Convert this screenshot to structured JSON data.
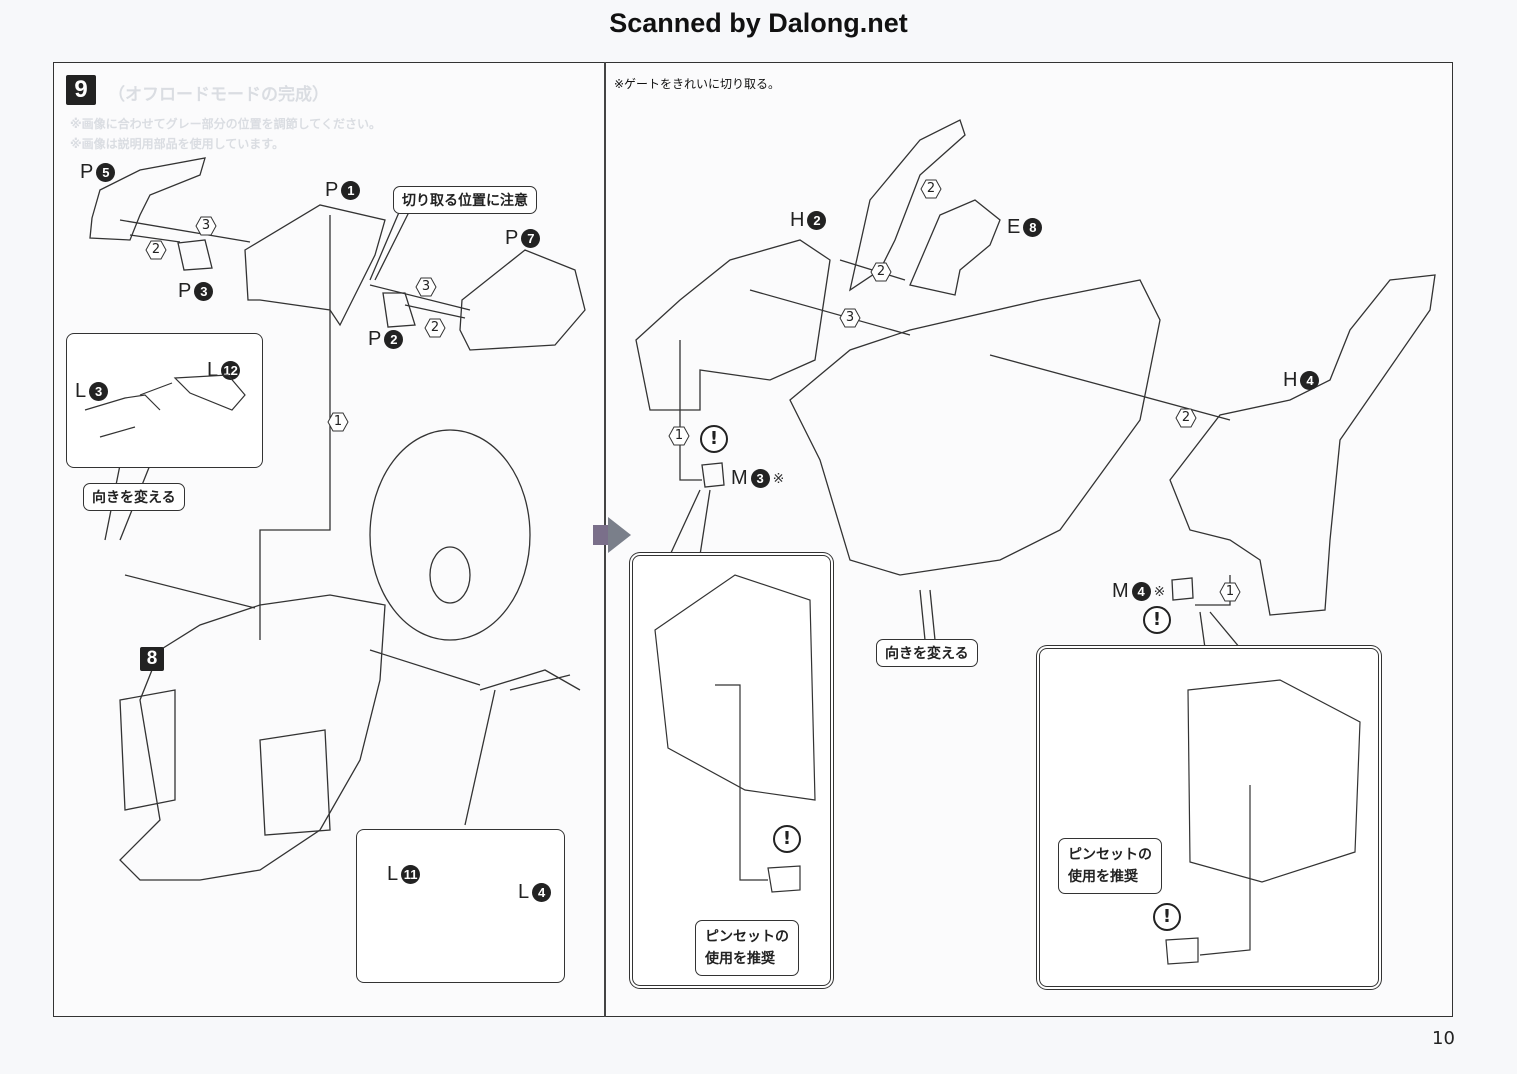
{
  "header": {
    "watermark": "Scanned by Dalong.net"
  },
  "page": {
    "number": "10"
  },
  "step9": {
    "badge": "9",
    "ghost_title": "（オフロードモードの完成）",
    "ghost_note_1": "※画像に合わせてグレー部分の位置を調節してください。",
    "ghost_note_2": "※画像は説明用部品を使用しています。",
    "parts": {
      "p5": {
        "letter": "P",
        "num": "5"
      },
      "p1": {
        "letter": "P",
        "num": "1"
      },
      "p3": {
        "letter": "P",
        "num": "3"
      },
      "p7": {
        "letter": "P",
        "num": "7"
      },
      "p2": {
        "letter": "P",
        "num": "2"
      },
      "l3": {
        "letter": "L",
        "num": "3"
      },
      "l12": {
        "letter": "L",
        "num": "12"
      },
      "l11": {
        "letter": "L",
        "num": "11"
      },
      "l4": {
        "letter": "L",
        "num": "4"
      }
    },
    "callouts": {
      "cut_position": "切り取る位置に注意",
      "change_direction": "向きを変える"
    },
    "sequence": [
      "1",
      "2",
      "3",
      "2",
      "3"
    ],
    "sub_step_badge": "8"
  },
  "right_panel": {
    "gate_note": "※ゲートをきれいに切り取る。",
    "parts": {
      "h2": {
        "letter": "H",
        "num": "2"
      },
      "e8": {
        "letter": "E",
        "num": "8"
      },
      "h4": {
        "letter": "H",
        "num": "4"
      },
      "m3": {
        "letter": "M",
        "num": "3",
        "mark": "※"
      },
      "m4": {
        "letter": "M",
        "num": "4",
        "mark": "※"
      }
    },
    "callouts": {
      "change_direction": "向きを変える",
      "tweezers_line1": "ピンセットの",
      "tweezers_line2": "使用を推奨"
    },
    "sequence": [
      "2",
      "2",
      "3",
      "1",
      "2",
      "1"
    ],
    "caution_mark": "!"
  },
  "colors": {
    "ink": "#222222",
    "paper": "#fbfbfc",
    "next_arrow": "#7a6f8a"
  }
}
